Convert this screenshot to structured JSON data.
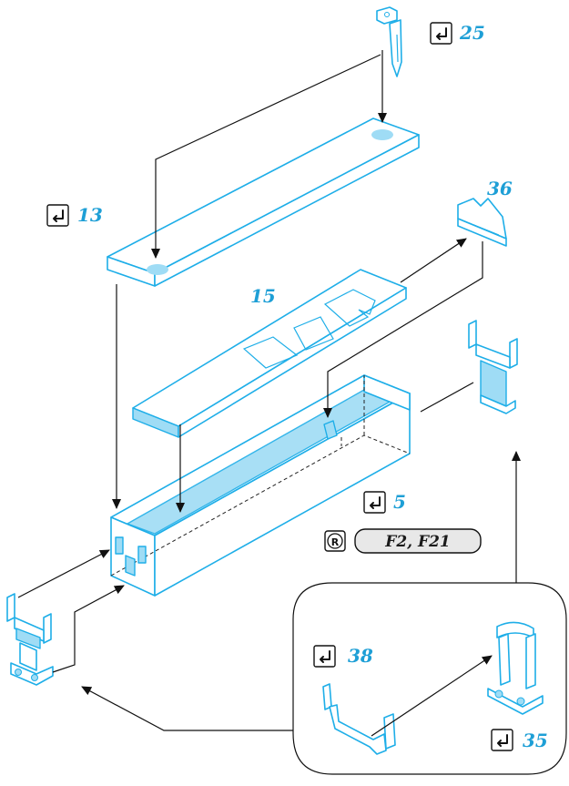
{
  "parts": {
    "p25": "25",
    "p13": "13",
    "p36": "36",
    "p15": "15",
    "p5": "5",
    "p38": "38",
    "p35": "35"
  },
  "paint_reference": {
    "symbol": "R",
    "codes": "F2, F21"
  },
  "icons": {
    "glue": "glue-check-icon",
    "paint": "paint-r-icon",
    "arrow": "assembly-arrow-icon"
  },
  "colors": {
    "part_line": "#1eaee8",
    "part_fill": "#9fdcf5",
    "label": "#1e9fd6"
  }
}
